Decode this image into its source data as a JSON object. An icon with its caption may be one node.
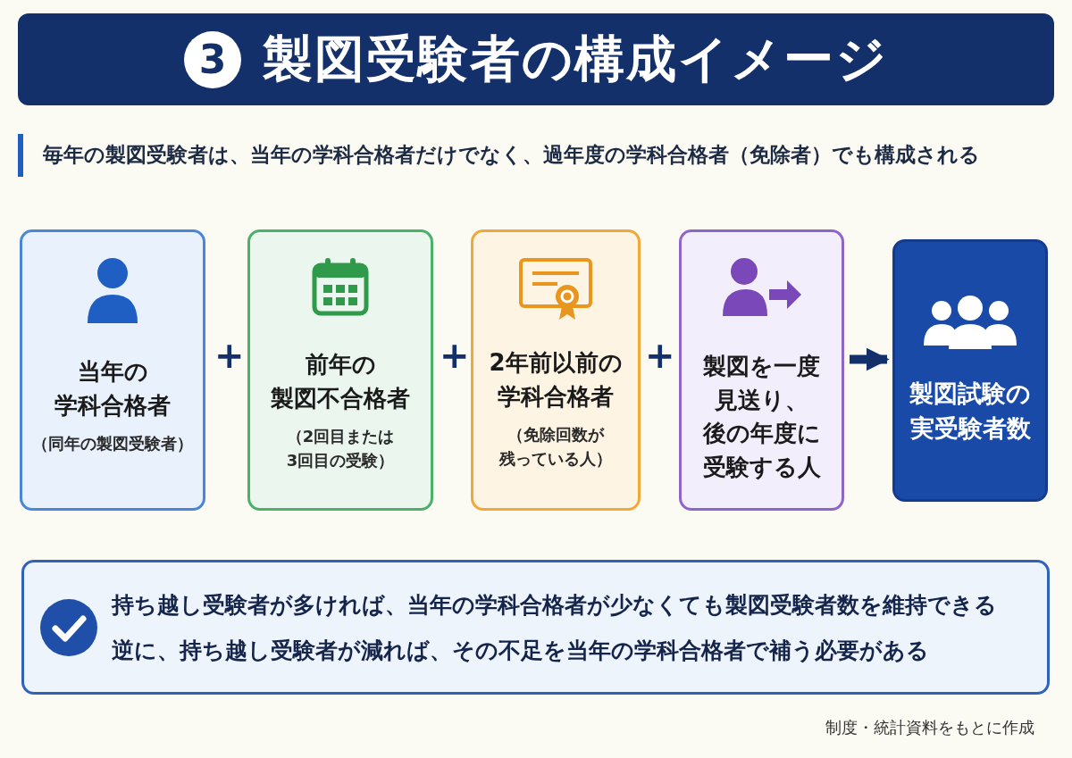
{
  "diagram": {
    "title": "製図受験者の構成イメージ",
    "nodes": [
      {
        "text": [
          "当年の学科合格者",
          "（同年の製図受験者）"
        ]
      },
      {
        "text": [
          "前年の製図不合格者",
          "（2回目または3回目の受験）"
        ]
      },
      {
        "text": [
          "2年前以前の学科合格者",
          "（免除回数が残っている人）"
        ]
      },
      {
        "text": [
          "製図を一度見送り、後の年度に受験する人"
        ]
      },
      {
        "text": [
          "製図試験の実受験者数"
        ]
      },
      {
        "text": [
          "持ち越し受験者が多ければ、当年の学科合格者が少なくても製図受験者数を維持できる",
          "逆に、持ち越し受験者が減れば、その不足を当年の学科合格者で補う必要がある"
        ]
      }
    ],
    "edges": [
      {
        "from": 3,
        "to": 4,
        "arrow": "to"
      }
    ],
    "labels": [
      "3",
      "毎年の製図受験者は、当年の学科合格者だけでなく、過年度の学科合格者（免除者）でも構成される",
      "+",
      "+",
      "+",
      "制度・統計資料をもとに作成"
    ]
  }
}
